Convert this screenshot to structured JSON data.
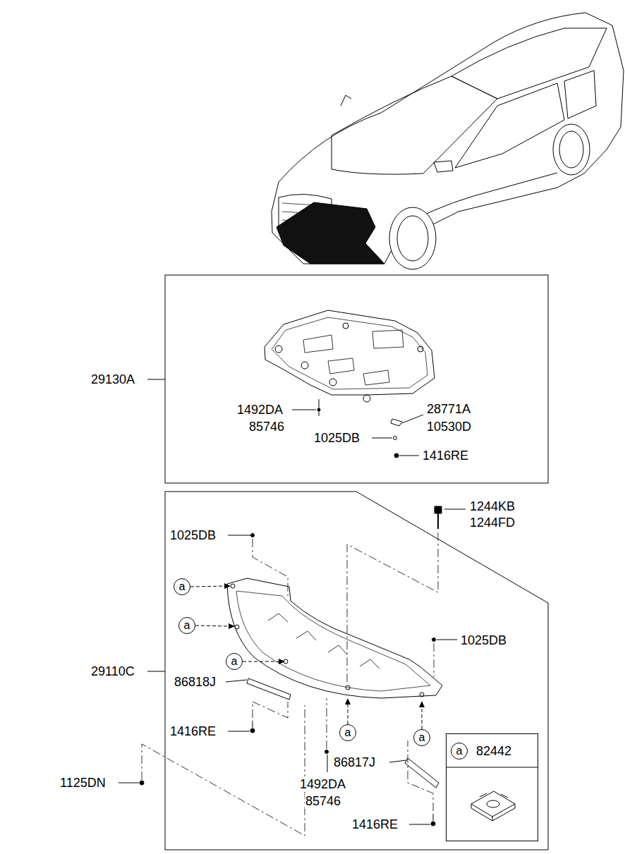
{
  "diagram": {
    "nodes": [
      {
        "text": [
          "a"
        ]
      },
      {
        "text": [
          "a"
        ]
      },
      {
        "text": [
          "a"
        ]
      },
      {
        "text": [
          "a"
        ]
      },
      {
        "text": [
          "a"
        ]
      },
      {
        "text": [
          "82442"
        ]
      },
      {
        "text": [
          "a"
        ],
        "in": 5
      }
    ],
    "labels": [
      "29130A",
      "1492DA",
      "85746",
      "28771A",
      "10530D",
      "1025DB",
      "1416RE",
      "1244KB",
      "1244FD",
      "1025DB",
      "1025DB",
      "29110C",
      "86818J",
      "1416RE",
      "86817J",
      "1125DN",
      "1492DA",
      "85746",
      "1416RE"
    ]
  }
}
